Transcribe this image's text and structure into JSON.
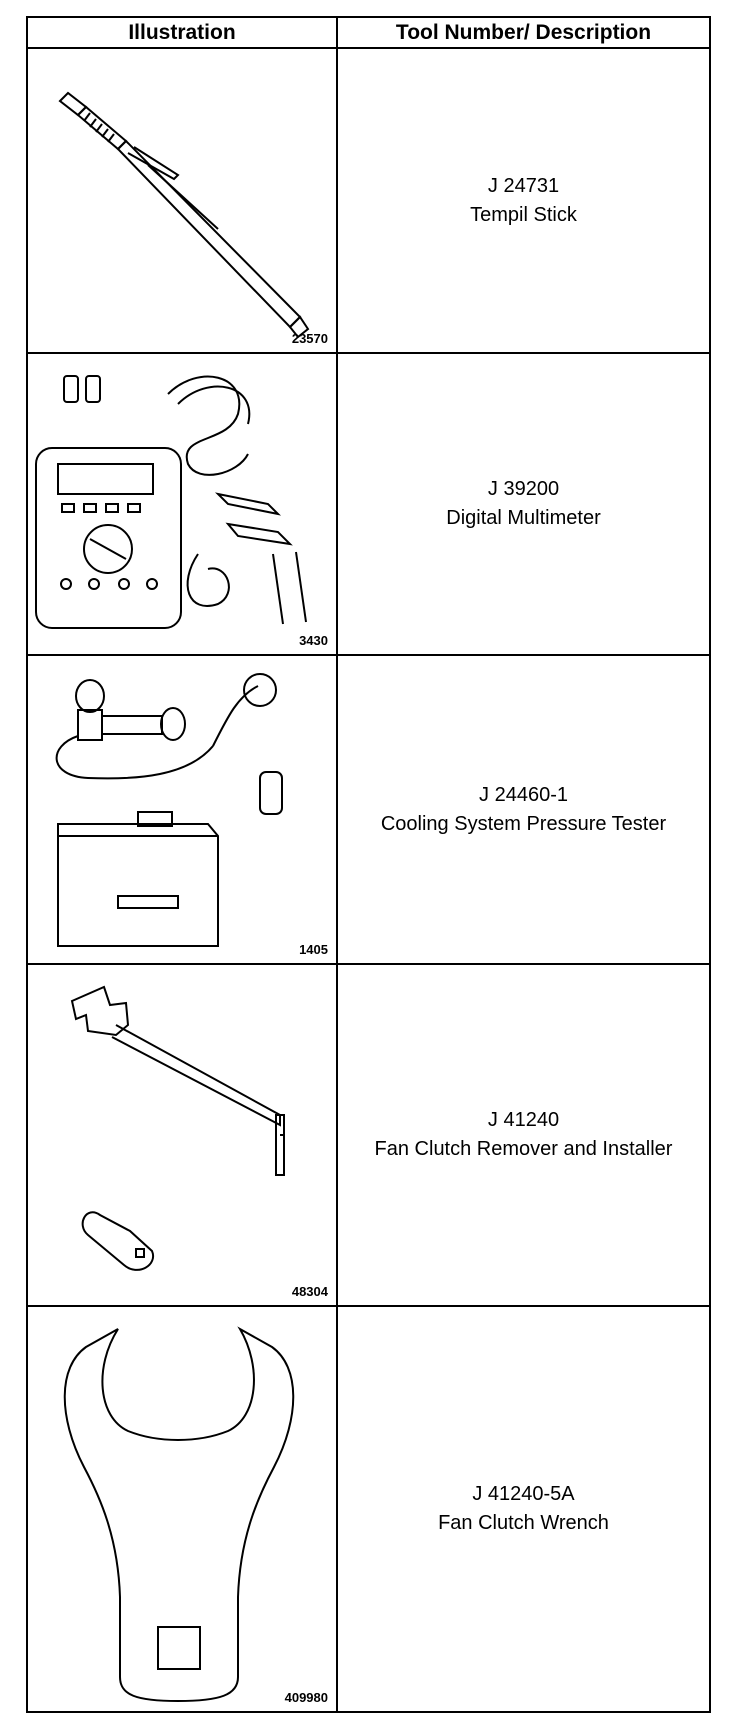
{
  "table": {
    "header": {
      "illustration": "Illustration",
      "description": "Tool Number/ Description"
    },
    "rows": [
      {
        "tool_number": "J 24731",
        "description": "Tempil Stick",
        "figure_number": "23570",
        "icon": "tempil-stick-icon"
      },
      {
        "tool_number": "J 39200",
        "description": "Digital Multimeter",
        "figure_number": "3430",
        "icon": "digital-multimeter-icon"
      },
      {
        "tool_number": "J 24460-1",
        "description": "Cooling System Pressure Tester",
        "figure_number": "1405",
        "icon": "pressure-tester-icon"
      },
      {
        "tool_number": "J 41240",
        "description": "Fan Clutch Remover and Installer",
        "figure_number": "48304",
        "icon": "fan-clutch-remover-icon"
      },
      {
        "tool_number": "J 41240-5A",
        "description": "Fan Clutch Wrench",
        "figure_number": "409980",
        "icon": "fan-clutch-wrench-icon"
      }
    ]
  }
}
